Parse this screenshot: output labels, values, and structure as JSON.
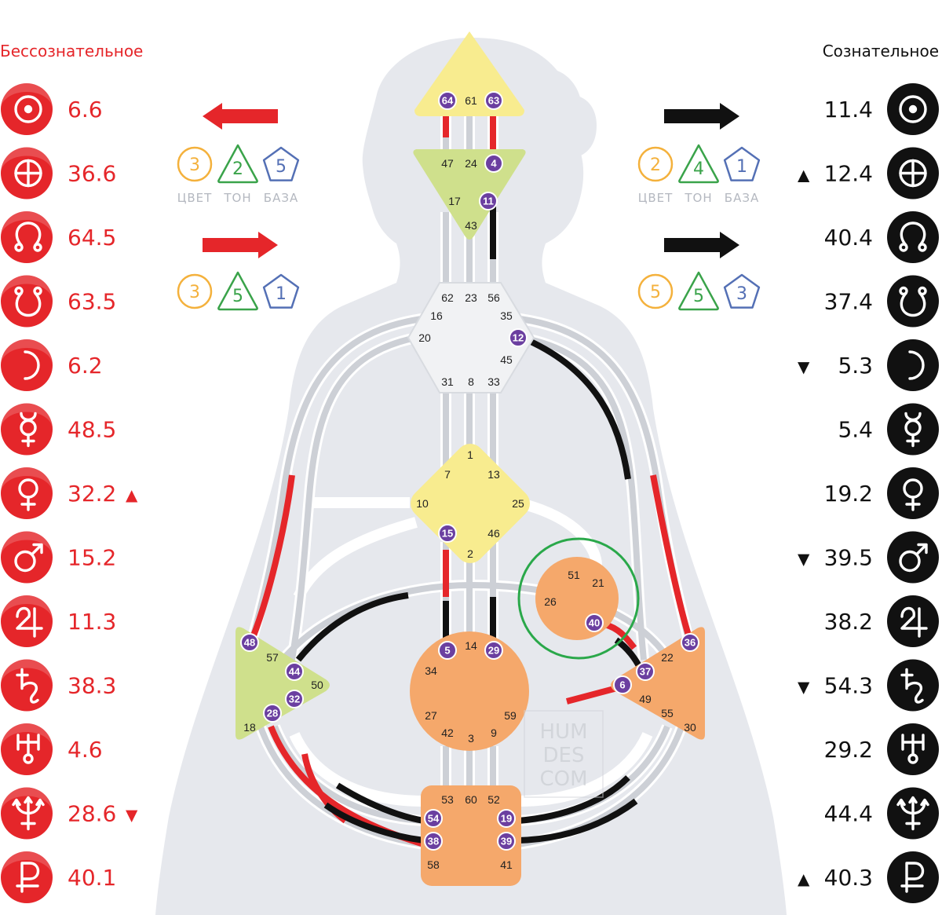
{
  "titles": {
    "left": "Бессознательное",
    "right": "Сознательное"
  },
  "colors": {
    "red": "#e5262a",
    "black": "#111111",
    "yellow": "#f8ec8f",
    "green": "#cfe08c",
    "orange": "#f5a86b",
    "white_center": "#f1f2f4",
    "purple": "#6b3fa0",
    "silhouette": "#e6e8ed",
    "channel_gray": "#cdd0d6",
    "color_circle": "#f4b13c",
    "tone_triangle": "#3aa34a",
    "base_pentagon": "#5470b5",
    "highlight_ring": "#2aa84a"
  },
  "planets_left": [
    {
      "icon": "sun-icon",
      "value": "6.6",
      "marker": ""
    },
    {
      "icon": "earth-icon",
      "value": "36.6",
      "marker": ""
    },
    {
      "icon": "north-node-icon",
      "value": "64.5",
      "marker": ""
    },
    {
      "icon": "south-node-icon",
      "value": "63.5",
      "marker": ""
    },
    {
      "icon": "moon-icon",
      "value": "6.2",
      "marker": ""
    },
    {
      "icon": "mercury-icon",
      "value": "48.5",
      "marker": ""
    },
    {
      "icon": "venus-icon",
      "value": "32.2",
      "marker": "▲"
    },
    {
      "icon": "mars-icon",
      "value": "15.2",
      "marker": ""
    },
    {
      "icon": "jupiter-icon",
      "value": "11.3",
      "marker": ""
    },
    {
      "icon": "saturn-icon",
      "value": "38.3",
      "marker": ""
    },
    {
      "icon": "uranus-icon",
      "value": "4.6",
      "marker": ""
    },
    {
      "icon": "neptune-icon",
      "value": "28.6",
      "marker": "▼"
    },
    {
      "icon": "pluto-icon",
      "value": "40.1",
      "marker": ""
    }
  ],
  "planets_right": [
    {
      "icon": "sun-icon",
      "value": "11.4",
      "marker": ""
    },
    {
      "icon": "earth-icon",
      "value": "12.4",
      "marker": "▲"
    },
    {
      "icon": "north-node-icon",
      "value": "40.4",
      "marker": ""
    },
    {
      "icon": "south-node-icon",
      "value": "37.4",
      "marker": ""
    },
    {
      "icon": "moon-icon",
      "value": "5.3",
      "marker": "▼"
    },
    {
      "icon": "mercury-icon",
      "value": "5.4",
      "marker": ""
    },
    {
      "icon": "venus-icon",
      "value": "19.2",
      "marker": ""
    },
    {
      "icon": "mars-icon",
      "value": "39.5",
      "marker": "▼"
    },
    {
      "icon": "jupiter-icon",
      "value": "38.2",
      "marker": ""
    },
    {
      "icon": "saturn-icon",
      "value": "54.3",
      "marker": "▼"
    },
    {
      "icon": "uranus-icon",
      "value": "29.2",
      "marker": ""
    },
    {
      "icon": "neptune-icon",
      "value": "44.4",
      "marker": ""
    },
    {
      "icon": "pluto-icon",
      "value": "40.3",
      "marker": "▲"
    }
  ],
  "variables": {
    "labels": [
      "ЦВЕТ",
      "ТОН",
      "БАЗА"
    ],
    "left_top": {
      "arrow": "left",
      "color": "3",
      "tone": "2",
      "base": "5"
    },
    "left_bottom": {
      "arrow": "right",
      "color": "3",
      "tone": "5",
      "base": "1"
    },
    "right_top": {
      "arrow": "right",
      "color": "2",
      "tone": "4",
      "base": "1"
    },
    "right_bottom": {
      "arrow": "right",
      "color": "5",
      "tone": "5",
      "base": "3"
    }
  },
  "centers": {
    "head": {
      "gates": [
        {
          "g": "64",
          "active": true
        },
        {
          "g": "61",
          "active": false
        },
        {
          "g": "63",
          "active": true
        }
      ]
    },
    "ajna": {
      "gates": [
        {
          "g": "47",
          "active": false
        },
        {
          "g": "24",
          "active": false
        },
        {
          "g": "4",
          "active": true
        },
        {
          "g": "17",
          "active": false
        },
        {
          "g": "11",
          "active": true
        },
        {
          "g": "43",
          "active": false
        }
      ]
    },
    "throat": {
      "gates": [
        {
          "g": "62",
          "active": false
        },
        {
          "g": "23",
          "active": false
        },
        {
          "g": "56",
          "active": false
        },
        {
          "g": "16",
          "active": false
        },
        {
          "g": "35",
          "active": false
        },
        {
          "g": "20",
          "active": false
        },
        {
          "g": "12",
          "active": true
        },
        {
          "g": "45",
          "active": false
        },
        {
          "g": "31",
          "active": false
        },
        {
          "g": "8",
          "active": false
        },
        {
          "g": "33",
          "active": false
        }
      ]
    },
    "g": {
      "gates": [
        {
          "g": "1",
          "active": false
        },
        {
          "g": "7",
          "active": false
        },
        {
          "g": "13",
          "active": false
        },
        {
          "g": "10",
          "active": false
        },
        {
          "g": "25",
          "active": false
        },
        {
          "g": "15",
          "active": true
        },
        {
          "g": "46",
          "active": false
        },
        {
          "g": "2",
          "active": false
        }
      ]
    },
    "ego": {
      "gates": [
        {
          "g": "51",
          "active": false
        },
        {
          "g": "21",
          "active": false
        },
        {
          "g": "26",
          "active": false
        },
        {
          "g": "40",
          "active": true
        }
      ]
    },
    "spleen": {
      "gates": [
        {
          "g": "48",
          "active": true
        },
        {
          "g": "57",
          "active": false
        },
        {
          "g": "44",
          "active": true
        },
        {
          "g": "50",
          "active": false
        },
        {
          "g": "32",
          "active": true
        },
        {
          "g": "28",
          "active": true
        },
        {
          "g": "18",
          "active": false
        }
      ]
    },
    "sacral": {
      "gates": [
        {
          "g": "5",
          "active": true
        },
        {
          "g": "14",
          "active": false
        },
        {
          "g": "29",
          "active": true
        },
        {
          "g": "34",
          "active": false
        },
        {
          "g": "27",
          "active": false
        },
        {
          "g": "59",
          "active": false
        },
        {
          "g": "42",
          "active": false
        },
        {
          "g": "3",
          "active": false
        },
        {
          "g": "9",
          "active": false
        }
      ]
    },
    "solar_plexus": {
      "gates": [
        {
          "g": "36",
          "active": true
        },
        {
          "g": "22",
          "active": false
        },
        {
          "g": "37",
          "active": true
        },
        {
          "g": "6",
          "active": true
        },
        {
          "g": "49",
          "active": false
        },
        {
          "g": "55",
          "active": false
        },
        {
          "g": "30",
          "active": false
        }
      ]
    },
    "root": {
      "gates": [
        {
          "g": "53",
          "active": false
        },
        {
          "g": "60",
          "active": false
        },
        {
          "g": "52",
          "active": false
        },
        {
          "g": "54",
          "active": true
        },
        {
          "g": "19",
          "active": true
        },
        {
          "g": "38",
          "active": true
        },
        {
          "g": "39",
          "active": true
        },
        {
          "g": "58",
          "active": false
        },
        {
          "g": "41",
          "active": false
        }
      ]
    }
  },
  "watermark": [
    "HUM",
    "DES",
    "COM"
  ]
}
